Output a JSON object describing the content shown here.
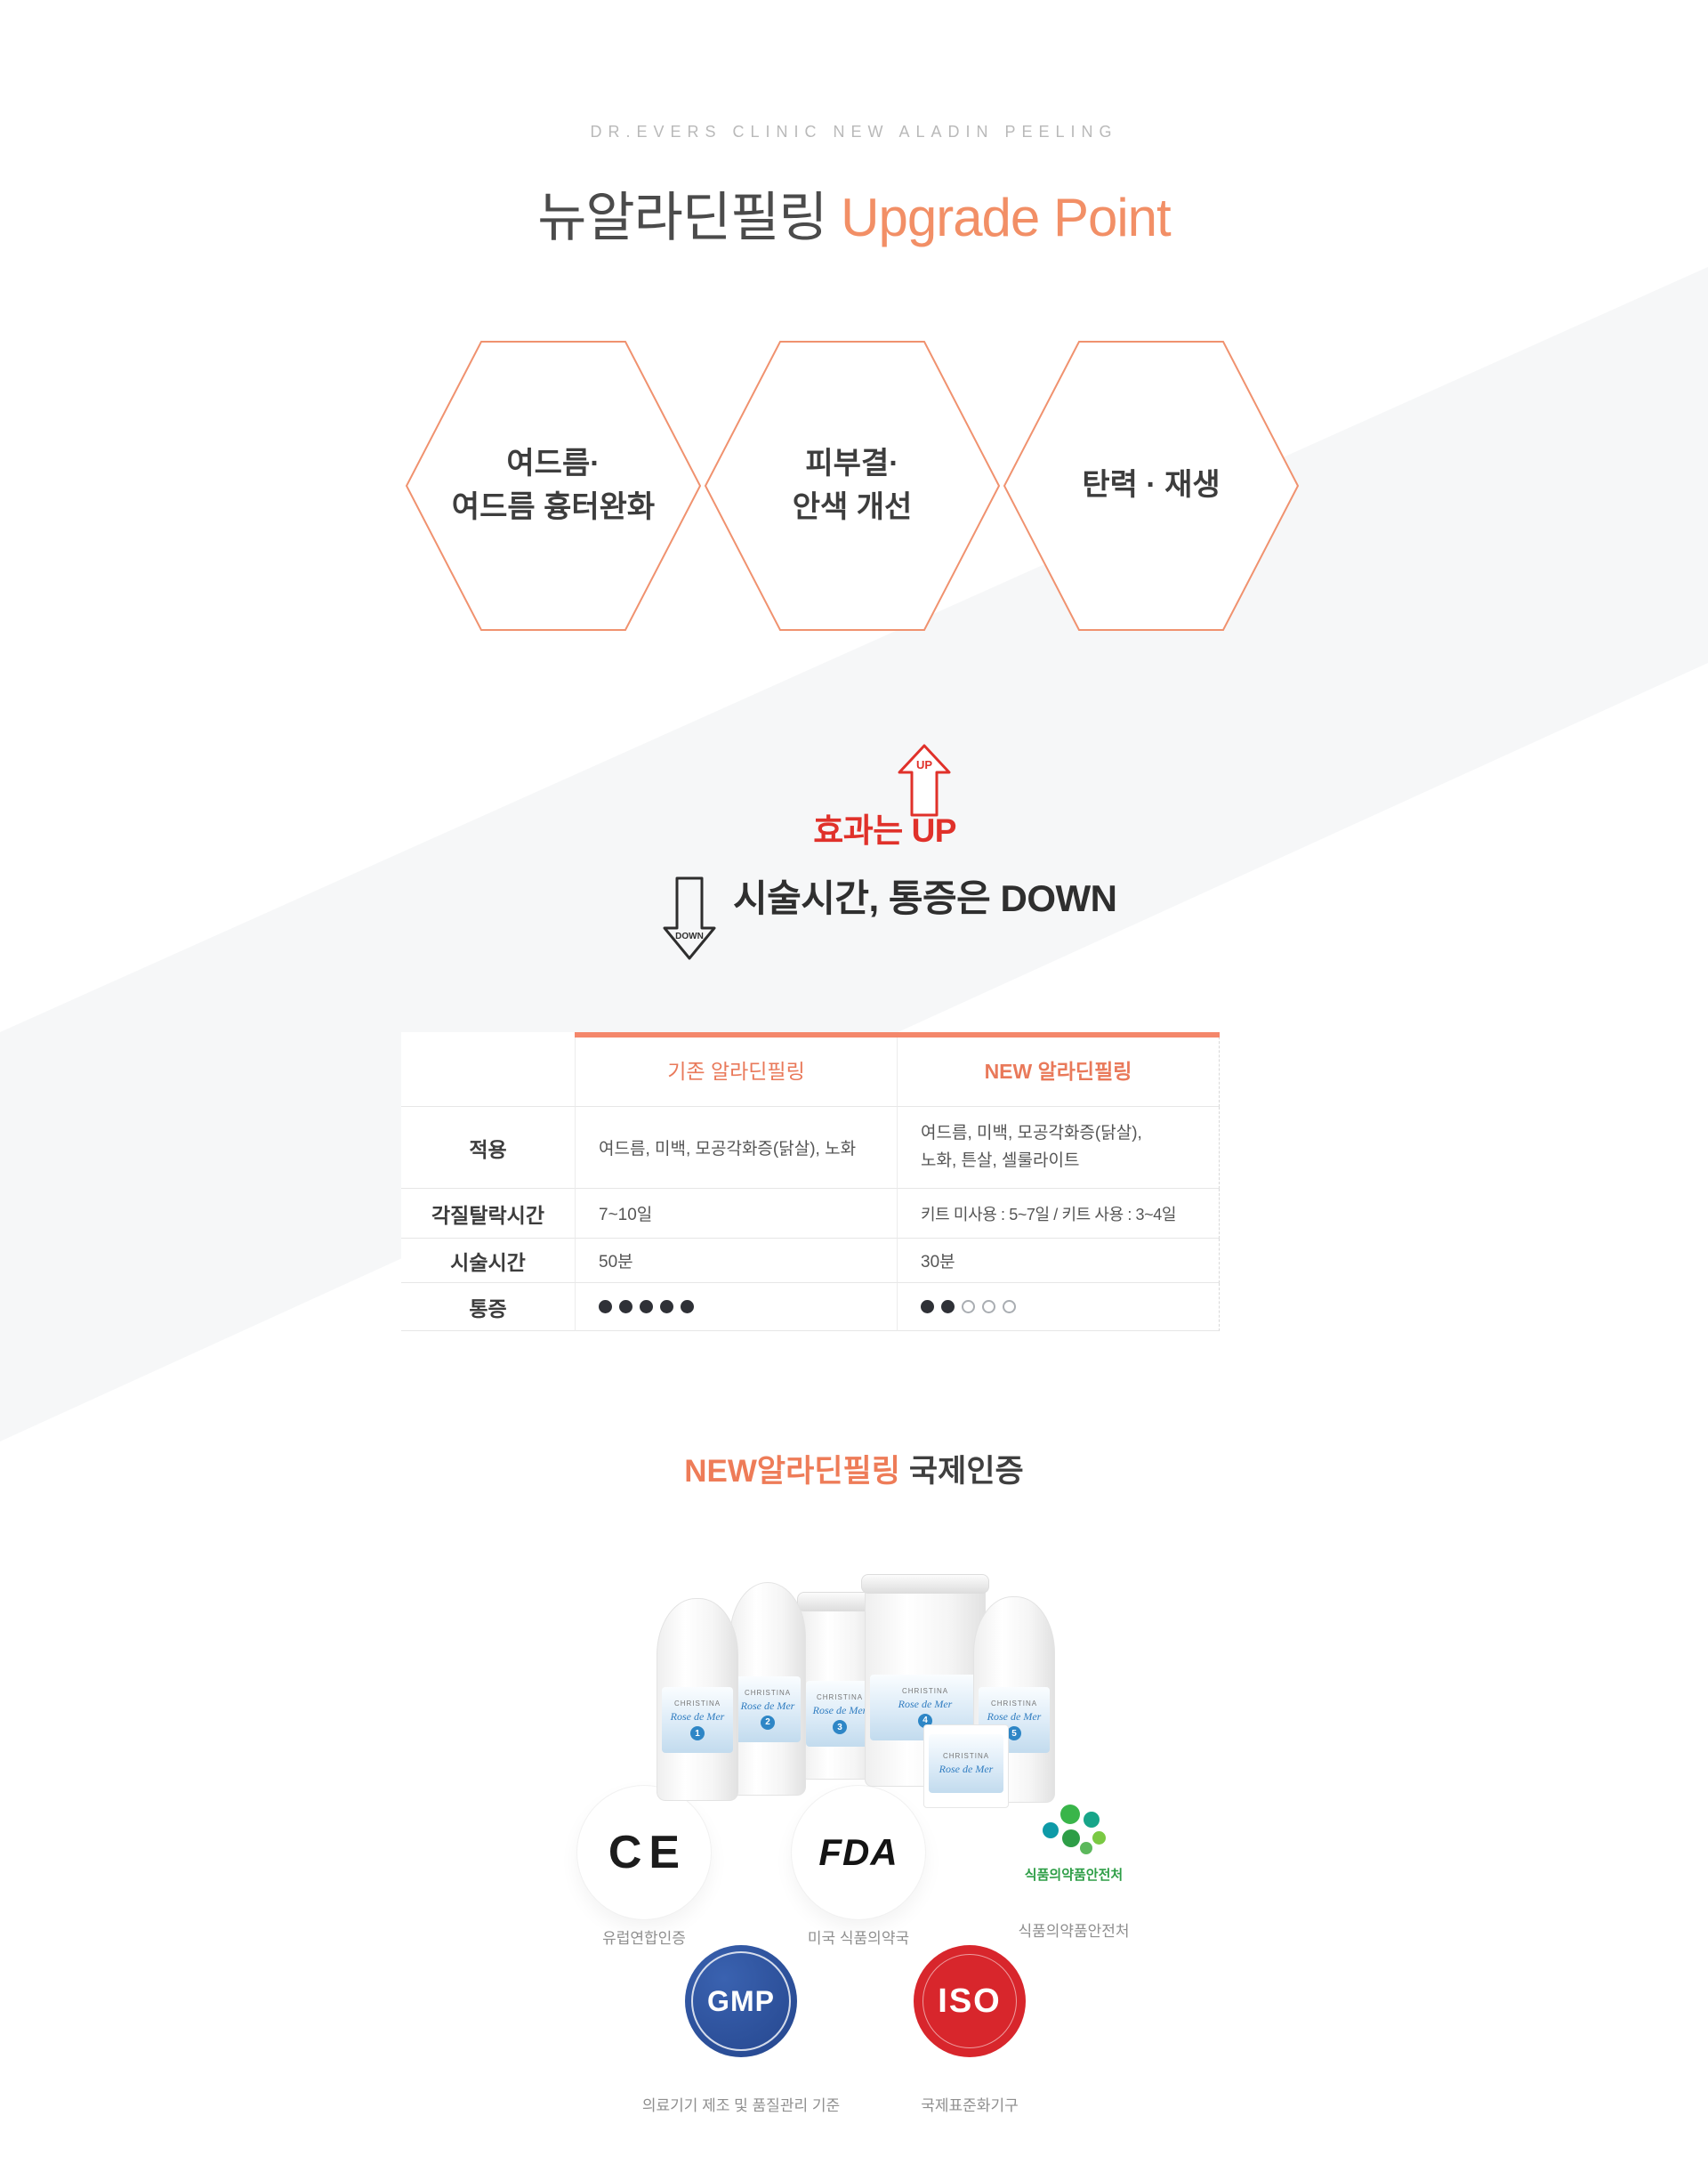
{
  "header": {
    "eyebrow": "DR.EVERS CLINIC NEW ALADIN PEELING",
    "title_main": "뉴알라딘필링",
    "title_accent": "Upgrade Point"
  },
  "hexagons": [
    {
      "line1": "여드름·",
      "line2": "여드름 흉터완화"
    },
    {
      "line1": "피부결·",
      "line2": "안색 개선"
    },
    {
      "line1": "탄력 · 재생",
      "line2": ""
    }
  ],
  "effect": {
    "up_arrow_label": "UP",
    "up_text": "효과는 UP",
    "down_arrow_label": "DOWN",
    "down_text": "시술시간, 통증은 DOWN"
  },
  "table": {
    "col_old": "기존 알라딘필링",
    "col_new": "NEW 알라딘필링",
    "rows": [
      {
        "label": "적용",
        "old": "여드름, 미백, 모공각화증(닭살), 노화",
        "new_line1": "여드름, 미백, 모공각화증(닭살),",
        "new_line2": "노화, 튼살, 셀룰라이트"
      },
      {
        "label": "각질탈락시간",
        "old": "7~10일",
        "new": "키트 미사용 : 5~7일 / 키트 사용 : 3~4일"
      },
      {
        "label": "시술시간",
        "old": "50분",
        "new": "30분"
      },
      {
        "label": "통증",
        "old_pain": {
          "filled": 5,
          "total": 5
        },
        "new_pain": {
          "filled": 2,
          "total": 5
        }
      }
    ]
  },
  "cert": {
    "title_accent": "NEW알라딘필링",
    "title_rest": "국제인증"
  },
  "products": {
    "brand": "CHRISTINA",
    "line": "Rose de Mer",
    "items": [
      {
        "num": "1"
      },
      {
        "num": "2"
      },
      {
        "num": "3"
      },
      {
        "num": "4"
      },
      {
        "num": "5"
      }
    ]
  },
  "badges": {
    "ce": {
      "logo": "CE",
      "label": "유럽연합인증"
    },
    "gmp": {
      "logo": "GMP",
      "label": "의료기기 제조 및 품질관리 기준"
    },
    "fda": {
      "logo": "FDA",
      "label": "미국 식품의약국"
    },
    "iso": {
      "logo": "ISO",
      "label": "국제표준화기구"
    },
    "mfds": {
      "logo_text": "식품의약품안전처",
      "label": "식품의약품안전처"
    }
  },
  "colors": {
    "accent_orange": "#f28f66",
    "table_bar": "#f4876b",
    "effect_red": "#e0312a",
    "gmp_blue": "#24458c",
    "iso_red": "#d8262c",
    "mfds_green": "#2e9e47"
  }
}
